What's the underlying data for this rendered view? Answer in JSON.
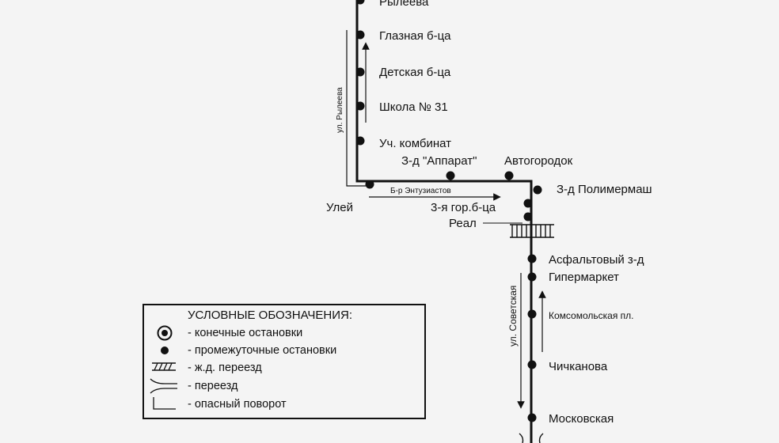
{
  "stops": [
    {
      "id": "ryleeva",
      "label": "Рылеева"
    },
    {
      "id": "glaznaya",
      "label": "Глазная б-ца"
    },
    {
      "id": "detskaya",
      "label": "Детская б-ца"
    },
    {
      "id": "shkola31",
      "label": "Школа № 31"
    },
    {
      "id": "uch-kombinat",
      "label": "Уч. комбинат"
    },
    {
      "id": "zd-apparat",
      "label": "З-д \"Аппарат\""
    },
    {
      "id": "avtogorodok",
      "label": "Автогородок"
    },
    {
      "id": "zd-polimermash",
      "label": "З-д Полимермаш"
    },
    {
      "id": "uley",
      "label": "Улей"
    },
    {
      "id": "3-ya-gor-bca",
      "label": "3-я гор.б-ца"
    },
    {
      "id": "real",
      "label": "Реал"
    },
    {
      "id": "asfaltovy-zd",
      "label": "Асфальтовый з-д"
    },
    {
      "id": "gipermarket",
      "label": "Гипермаркет"
    },
    {
      "id": "komsomolskaya-pl",
      "label": "Комсомольская пл."
    },
    {
      "id": "chichkanova",
      "label": "Чичканова"
    },
    {
      "id": "moskovskaya",
      "label": "Московская"
    }
  ],
  "streets": {
    "ryleeva": "ул. Рылеева",
    "entuziastov": "Б-р Энтузиастов",
    "sovetskaya": "ул. Советская"
  },
  "legend": {
    "title": "УСЛОВНЫЕ ОБОЗНАЧЕНИЯ:",
    "items": [
      {
        "symbol": "terminal-stop-icon",
        "text": "- конечные остановки"
      },
      {
        "symbol": "intermediate-stop-icon",
        "text": "- промежуточные остановки"
      },
      {
        "symbol": "railway-crossing-icon",
        "text": "- ж.д. переезд"
      },
      {
        "symbol": "crossing-icon",
        "text": "- переезд"
      },
      {
        "symbol": "dangerous-turn-icon",
        "text": "- опасный поворот"
      }
    ]
  },
  "colors": {
    "route": "#111111",
    "background": "#f4f4f4"
  }
}
